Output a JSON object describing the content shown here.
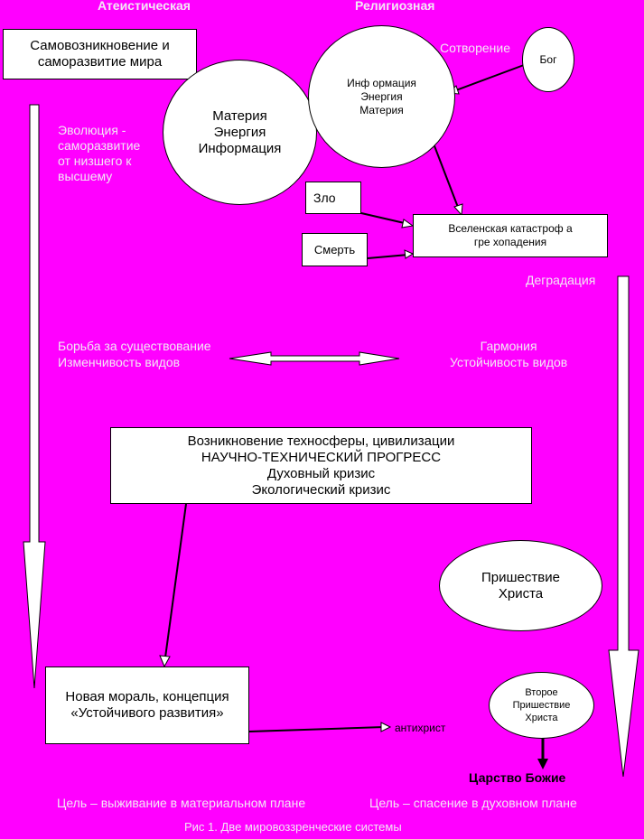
{
  "headers": {
    "atheistic": "Атеистическая",
    "religious": "Религиозная"
  },
  "boxes": {
    "self_origin": [
      "Самовозникновение и",
      "саморазвитие мира"
    ],
    "zlo": "Зло",
    "smert": "Смерть",
    "catastrophe": [
      "Вселенская катастроф а",
      "гре хопадения"
    ],
    "technosphere": [
      "Возникновение техносферы, цивилизации",
      "НАУЧНО-ТЕХНИЧЕСКИЙ ПРОГРЕСС",
      "Духовный кризис",
      "Экологический кризис"
    ],
    "new_moral": [
      "Новая мораль, концепция",
      "«Устойчивого развития»"
    ]
  },
  "ellipses": {
    "matter": [
      "Материя",
      "Энергия",
      "Информация"
    ],
    "information": [
      "Инф ормация",
      "Энергия",
      "Материя"
    ],
    "god": "Бог",
    "coming": [
      "Пришествие",
      "Христа"
    ],
    "second_coming": [
      "Второе",
      "Пришествие",
      "Христа"
    ]
  },
  "labels": {
    "sotvorenie": "Сотворение",
    "evolution": [
      "Эволюция -",
      "саморазвитие",
      "от низшего к",
      "высшему"
    ],
    "degradation": "Деградация",
    "struggle": [
      "Борьба за существование",
      "Изменчивость видов"
    ],
    "harmony": [
      "Гармония",
      "Устойчивость видов"
    ],
    "antichrist": "антихрист",
    "kingdom": "Царство Божие",
    "goal_material": "Цель – выживание в материальном плане",
    "goal_spiritual": "Цель – спасение в духовном плане",
    "caption": "Рис 1. Две мировоззренческие системы"
  },
  "colors": {
    "background": "#FF00FF",
    "faint_text": "#F3E7F5",
    "box_fill": "#FFFFFF"
  }
}
